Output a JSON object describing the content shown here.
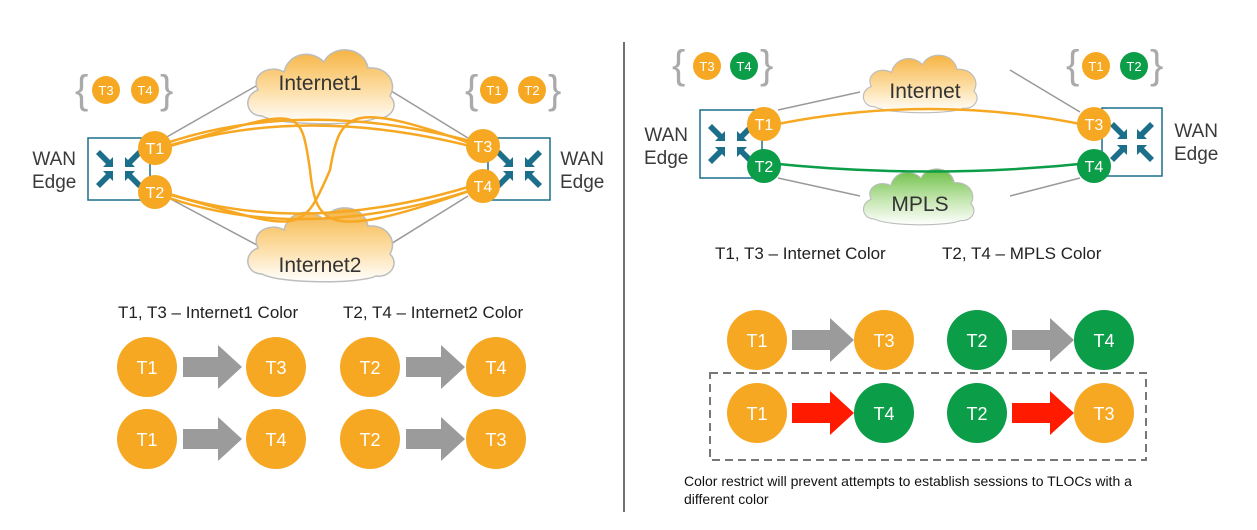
{
  "colors": {
    "orange": "#f7a823",
    "green": "#0c9d48",
    "edge_box": "#1b6f8a",
    "arrow_gray": "#9b9b9b",
    "arrow_red": "#ff1a00",
    "cloud_orange": "#fbd48b",
    "cloud_green": "#8fcf6a",
    "wire_gray": "#9a9a9a",
    "divider": "#444444"
  },
  "left": {
    "clouds": {
      "top": "Internet1",
      "bottom": "Internet2"
    },
    "edge_left_label": [
      "WAN",
      "Edge"
    ],
    "edge_right_label": [
      "WAN",
      "Edge"
    ],
    "group_left": [
      "T3",
      "T4"
    ],
    "group_right": [
      "T1",
      "T2"
    ],
    "tloc_left": [
      "T1",
      "T2"
    ],
    "tloc_right": [
      "T3",
      "T4"
    ],
    "caption_1": "T1, T3 – Internet1 Color",
    "caption_2": "T2, T4 – Internet2 Color",
    "sessions": [
      {
        "from": "T1",
        "to": "T3"
      },
      {
        "from": "T2",
        "to": "T4"
      },
      {
        "from": "T1",
        "to": "T4"
      },
      {
        "from": "T2",
        "to": "T3"
      }
    ]
  },
  "right": {
    "clouds": {
      "top": "Internet",
      "bottom": "MPLS"
    },
    "edge_left_label": [
      "WAN",
      "Edge"
    ],
    "edge_right_label": [
      "WAN",
      "Edge"
    ],
    "group_left": [
      "T3",
      "T4"
    ],
    "group_right": [
      "T1",
      "T2"
    ],
    "tloc_left": [
      "T1",
      "T2"
    ],
    "tloc_right": [
      "T3",
      "T4"
    ],
    "caption_1": "T1, T3 – Internet Color",
    "caption_2": "T2, T4 – MPLS Color",
    "sessions_allowed": [
      {
        "from": "T1",
        "to": "T3"
      },
      {
        "from": "T2",
        "to": "T4"
      }
    ],
    "sessions_blocked": [
      {
        "from": "T1",
        "to": "T4"
      },
      {
        "from": "T2",
        "to": "T3"
      }
    ],
    "note": "Color restrict will prevent attempts to establish sessions to TLOCs with a different color"
  }
}
